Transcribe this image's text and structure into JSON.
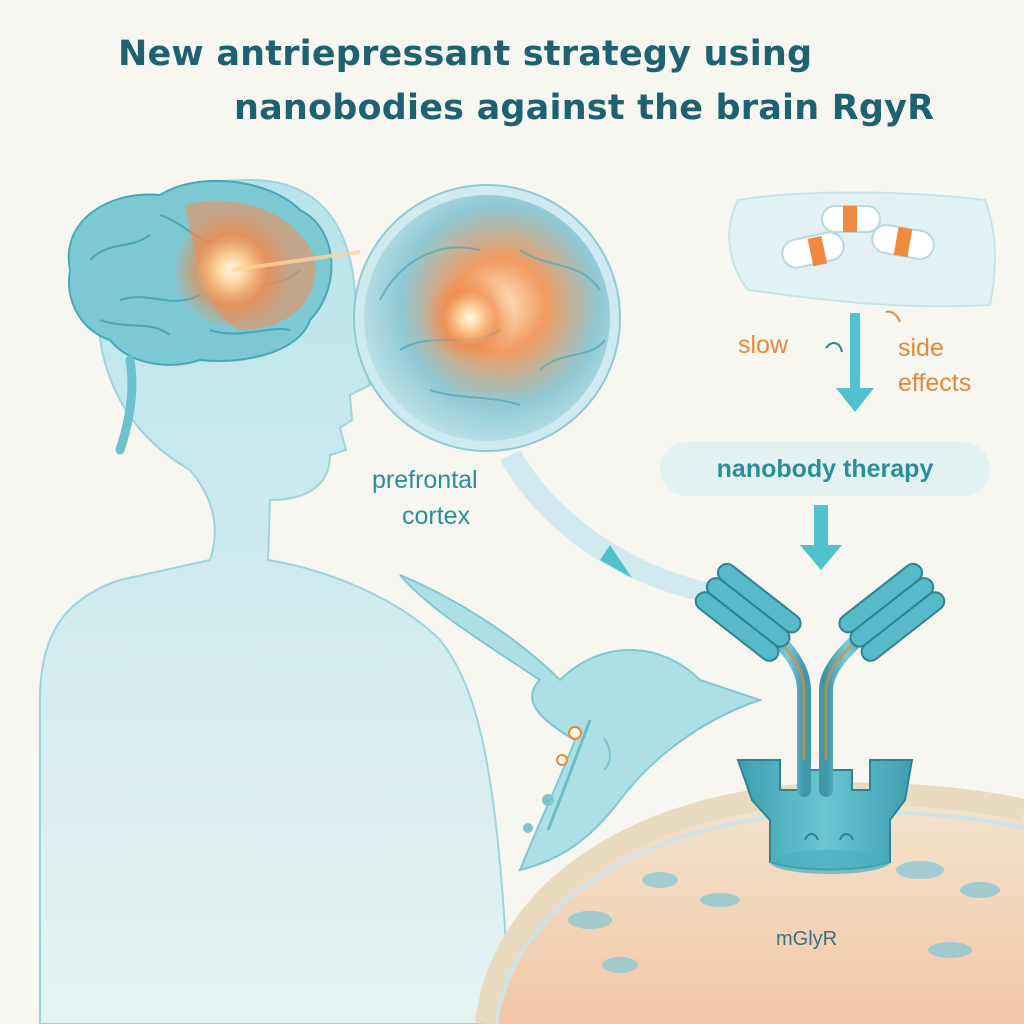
{
  "title": {
    "line1": "New antriepressant strategy using",
    "line2": "nanobodies against the brain RgyR"
  },
  "labels": {
    "prefrontal": [
      "prefrontal",
      "cortex"
    ],
    "slow": "slow",
    "side_effects": [
      "side",
      "effects"
    ],
    "nanobody_therapy": "nanobody therapy",
    "receptor": "mGlyR"
  },
  "colors": {
    "title": "#1e6272",
    "teal_text": "#2a8f99",
    "orange_text": "#e08a3a",
    "body": "#a9dfe6",
    "brain": "#6fc2cf",
    "brain_hot": "#ef8a4e",
    "arrow": "#4fc1cf",
    "antibody": "#47a9bb"
  },
  "icons": [
    "head-silhouette",
    "brain-icon",
    "magnifier-circle",
    "pill-tray",
    "down-arrow",
    "antibody-icon",
    "receptor-icon",
    "neuron-icon",
    "membrane"
  ]
}
